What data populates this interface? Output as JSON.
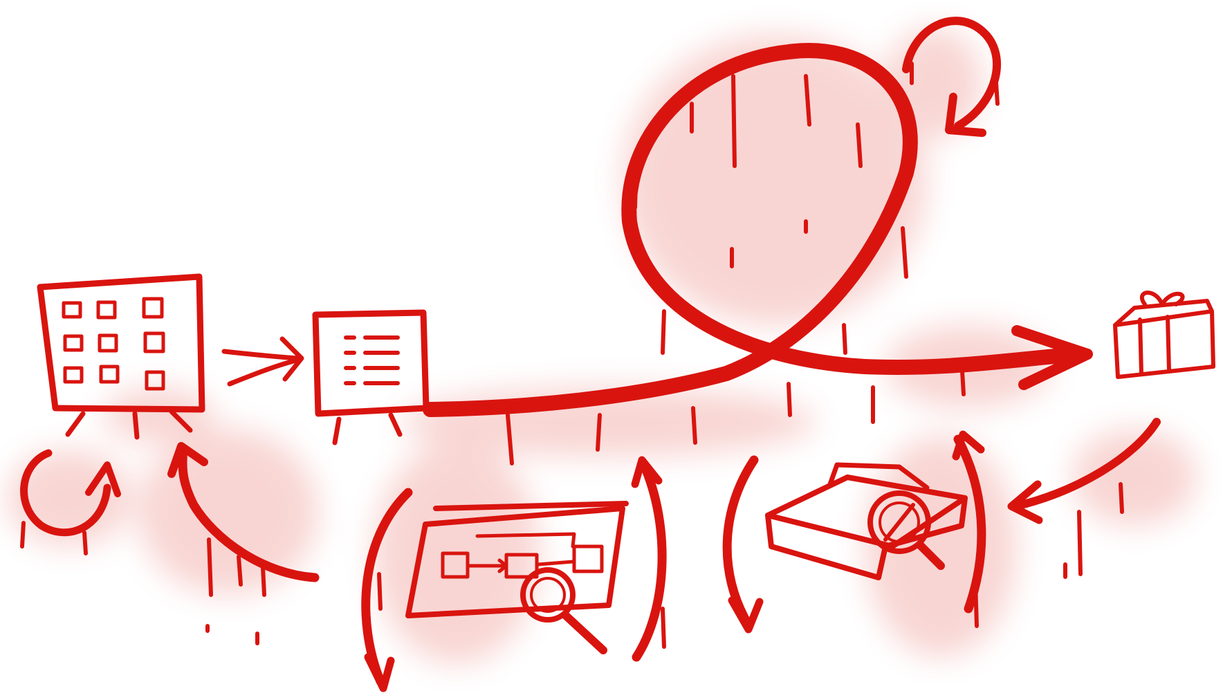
{
  "colors": {
    "ink": "#d9140f",
    "spray": "#e0453a",
    "background": "#ffffff"
  },
  "figure": {
    "style": "hand-drawn red spray-paint sketch",
    "elements": [
      {
        "name": "board-grid",
        "icon": "kanban-board-icon"
      },
      {
        "name": "arrow-to-list",
        "icon": "arrow-right-icon"
      },
      {
        "name": "board-list",
        "icon": "backlog-board-icon"
      },
      {
        "name": "big-loop-arrow",
        "icon": "loop-arrow-icon"
      },
      {
        "name": "small-loop-arrow",
        "icon": "curved-arrow-icon"
      },
      {
        "name": "gift-box",
        "icon": "gift-icon"
      },
      {
        "name": "review-board",
        "icon": "magnified-diagram-icon"
      },
      {
        "name": "inspect-box",
        "icon": "magnified-box-icon"
      },
      {
        "name": "cycle-arrow",
        "icon": "refresh-arrow-icon"
      }
    ]
  }
}
